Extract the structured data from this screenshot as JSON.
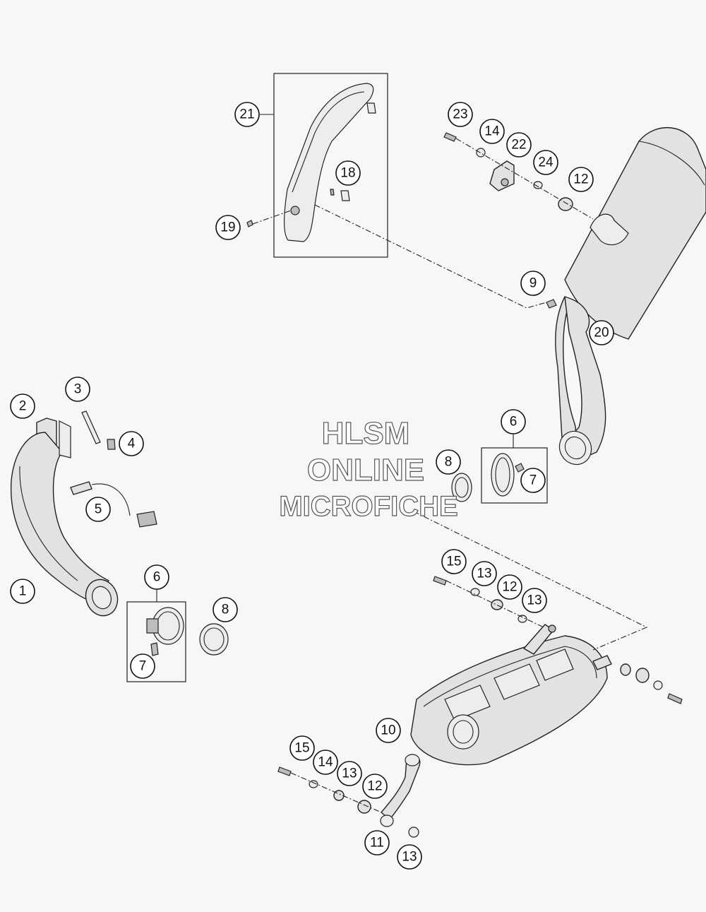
{
  "watermark": {
    "line1": "HLSM",
    "line2": "ONLINE",
    "line3": "MICROFICHE"
  },
  "callouts": [
    {
      "label": "21"
    },
    {
      "label": "18"
    },
    {
      "label": "19"
    },
    {
      "label": "23"
    },
    {
      "label": "14"
    },
    {
      "label": "22"
    },
    {
      "label": "24"
    },
    {
      "label": "12"
    },
    {
      "label": "9"
    },
    {
      "label": "20"
    },
    {
      "label": "2"
    },
    {
      "label": "3"
    },
    {
      "label": "4"
    },
    {
      "label": "5"
    },
    {
      "label": "1"
    },
    {
      "label": "6"
    },
    {
      "label": "7"
    },
    {
      "label": "8"
    },
    {
      "label": "6"
    },
    {
      "label": "8"
    },
    {
      "label": "7"
    },
    {
      "label": "15"
    },
    {
      "label": "13"
    },
    {
      "label": "12"
    },
    {
      "label": "13"
    },
    {
      "label": "10"
    },
    {
      "label": "15"
    },
    {
      "label": "14"
    },
    {
      "label": "13"
    },
    {
      "label": "12"
    },
    {
      "label": "11"
    },
    {
      "label": "13"
    }
  ]
}
